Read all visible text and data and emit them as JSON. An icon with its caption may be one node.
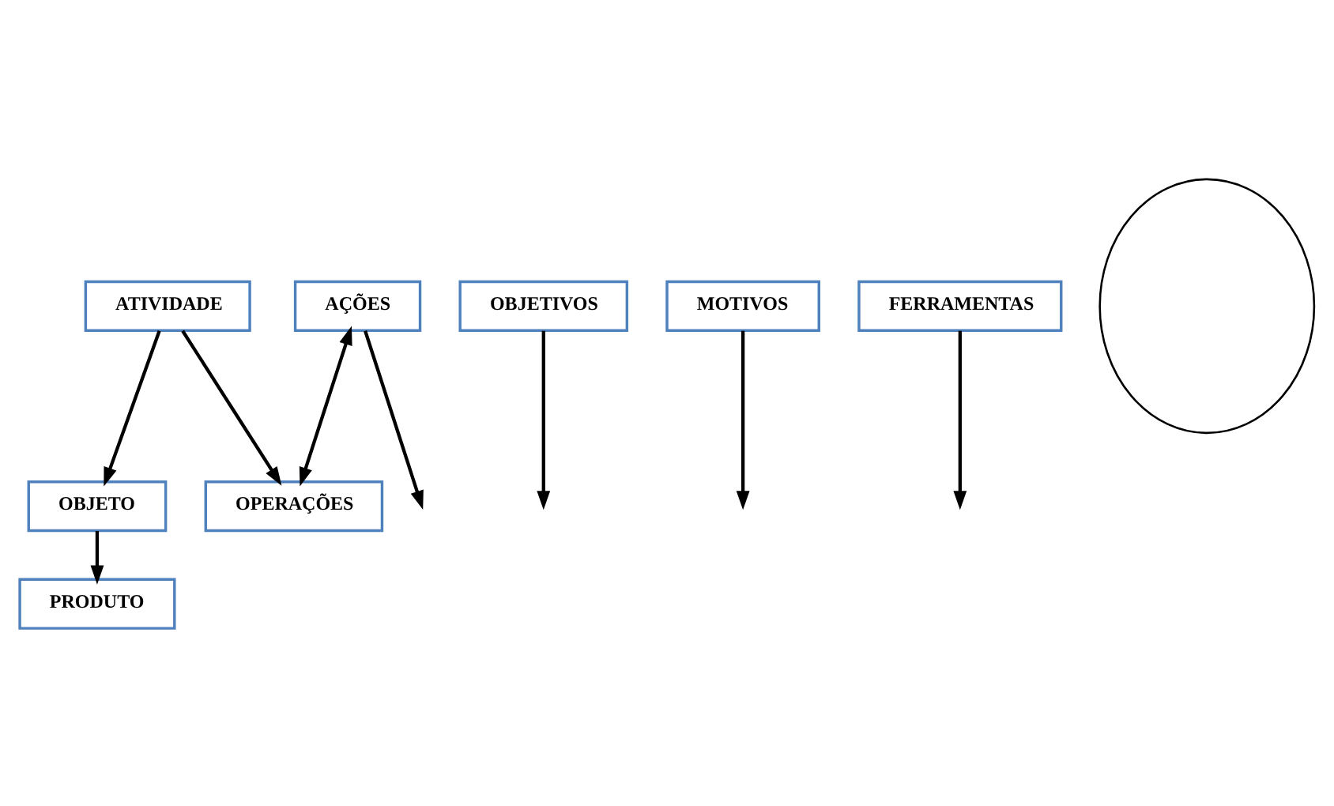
{
  "diagram": {
    "nodes": [
      {
        "text": [
          "ATIVIDADE"
        ]
      },
      {
        "text": [
          "OBJETO"
        ]
      },
      {
        "text": [
          "OBJETIVOS"
        ]
      },
      {
        "text": [
          "MOTIVOS"
        ]
      },
      {
        "text": [
          "FERRAMENTAS"
        ]
      },
      {
        "text": [
          "AÇÕES"
        ]
      },
      {
        "text": [
          "OPERAÇÕES"
        ]
      },
      {
        "text": [
          "PRODUTO"
        ]
      },
      {
        "text": [],
        "shape": "ellipse"
      }
    ],
    "edges": [
      {
        "from": 0,
        "to": 1,
        "arrow": "to"
      },
      {
        "from": 0,
        "to": 6,
        "arrow": "to"
      },
      {
        "from": 1,
        "to": 7,
        "arrow": "to"
      },
      {
        "from": 2,
        "to": null,
        "arrow": "to"
      },
      {
        "from": 3,
        "to": null,
        "arrow": "to"
      },
      {
        "from": 4,
        "to": null,
        "arrow": "to"
      },
      {
        "from": 5,
        "to": null,
        "arrow": "to"
      },
      {
        "from": 5,
        "to": 6,
        "arrow": "both"
      }
    ]
  }
}
